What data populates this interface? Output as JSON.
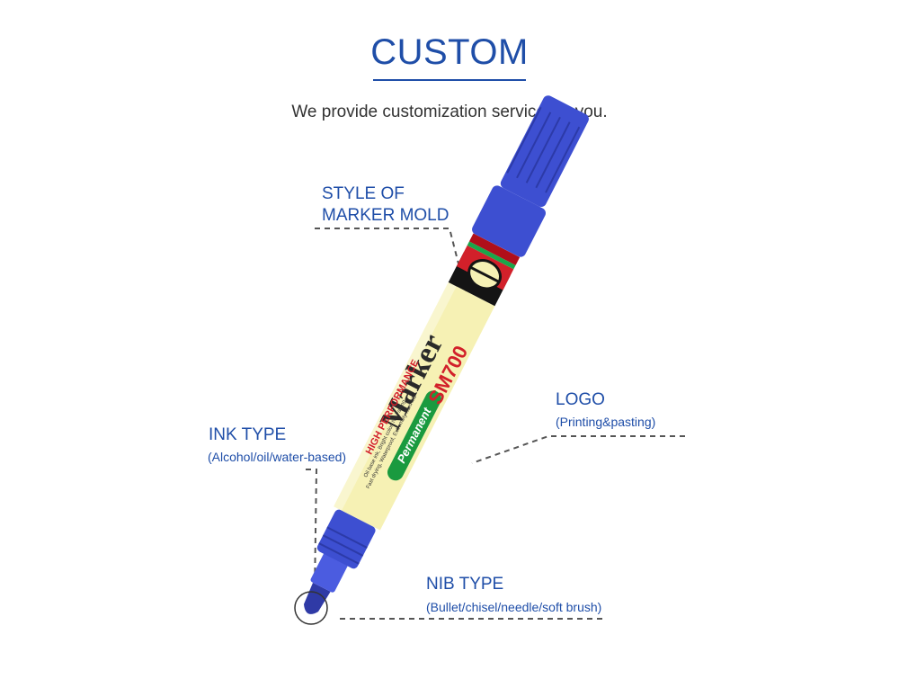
{
  "header": {
    "title": "CUSTOM",
    "subtitle": "We provide customization service for you."
  },
  "callouts": {
    "mold": {
      "line1": "STYLE OF",
      "line2": "MARKER MOLD"
    },
    "logo": {
      "title": "LOGO",
      "detail": "(Printing&pasting)"
    },
    "ink": {
      "title": "INK TYPE",
      "detail": "(Alcohol/oil/water-based)"
    },
    "nib": {
      "title": "NIB TYPE",
      "detail": "(Bullet/chisel/needle/soft brush)"
    }
  },
  "marker": {
    "brand_tag": "Permanent",
    "name": "Marker",
    "model": "SM700",
    "tagline": "HIGH PERFORMANCE",
    "desc1": "Oil base ink, Bright color, No Fading",
    "desc2": "Fast drying, Waterproof, Extremely hard nib"
  },
  "colors": {
    "accent": "#1f4ea8",
    "cap": "#3d4fd1",
    "barrel": "#f6f1b4",
    "stripe_red": "#d2202a",
    "stripe_black": "#141414",
    "stripe_green": "#1aa64a"
  }
}
